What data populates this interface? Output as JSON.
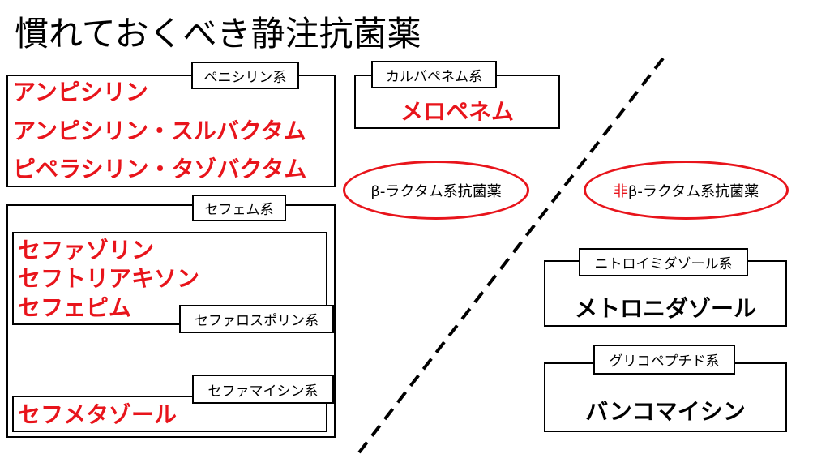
{
  "title": "慣れておくべき静注抗菌薬",
  "penicillin": {
    "label": "ペニシリン系",
    "drugs": [
      "アンピシリン",
      "アンピシリン・スルバクタム",
      "ピペラシリン・タゾバクタム"
    ]
  },
  "carbapenem": {
    "label": "カルバペネム系",
    "drugs": [
      "メロペネム"
    ]
  },
  "cephem": {
    "label": "セフェム系",
    "cephalosporin": {
      "label": "セファロスポリン系",
      "drugs": [
        "セファゾリン",
        "セフトリアキソン",
        "セフェピム"
      ]
    },
    "cephamycin": {
      "label": "セファマイシン系",
      "drugs": [
        "セフメタゾール"
      ]
    }
  },
  "beta_lactam": {
    "label": "β-ラクタム系抗菌薬"
  },
  "non_beta_lactam": {
    "prefix": "非",
    "label": "β-ラクタム系抗菌薬"
  },
  "nitroimidazole": {
    "label": "ニトロイミダゾール系",
    "drugs": [
      "メトロニダゾール"
    ]
  },
  "glycopeptide": {
    "label": "グリコペプチド系",
    "drugs": [
      "バンコマイシン"
    ]
  },
  "colors": {
    "accent": "#e8141b"
  }
}
